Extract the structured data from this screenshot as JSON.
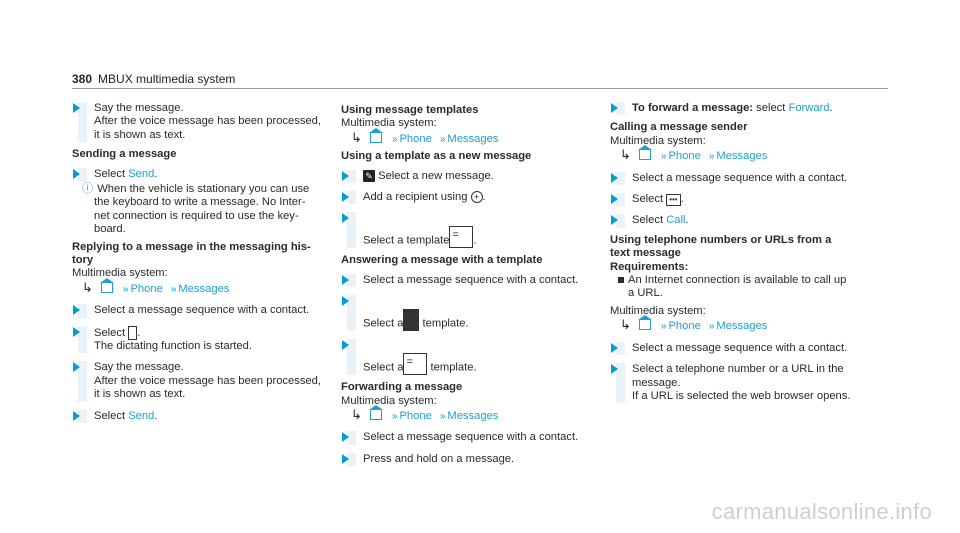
{
  "header": {
    "page_number": "380",
    "title": "MBUX multimedia system"
  },
  "nav": {
    "phone": "Phone",
    "messages": "Messages"
  },
  "col1": {
    "s1": [
      "Say the message.",
      "After the voice message has been processed,",
      "it is shown as text."
    ],
    "h_sending": "Sending a message",
    "s2a": "Select ",
    "s2b": "Send",
    "s2c": ".",
    "note": [
      "When the vehicle is stationary you can use",
      "the keyboard to write a message. No Inter-",
      "net connection is required to use the key-",
      "board."
    ],
    "h_reply": [
      "Replying to a message in the messaging his-",
      "tory"
    ],
    "mm": "Multimedia system:",
    "s3": "Select a message sequence with a contact.",
    "s4a": "Select ",
    "s4b": ".",
    "s4c": "The dictating function is started.",
    "s5": [
      "Say the message.",
      "After the voice message has been processed,",
      "it is shown as text."
    ],
    "s6a": "Select ",
    "s6b": "Send",
    "s6c": "."
  },
  "col2": {
    "h_using": "Using message templates",
    "mm": "Multimedia system:",
    "h_new": "Using a template as a new message",
    "s1": "Select a new message.",
    "s2a": "Add a recipient using ",
    "s2b": ".",
    "s3": "Select a template",
    "h_answer": "Answering a message with a template",
    "s4": "Select a message sequence with a contact.",
    "s5a": "Select a",
    "s5b": "template.",
    "s6a": "Select a",
    "s6b": "template.",
    "h_fwd": "Forwarding a message",
    "mm2": "Multimedia system:",
    "s7": "Select a message sequence with a contact.",
    "s8": "Press and hold on a message."
  },
  "col3": {
    "s1a": "To forward a message:",
    "s1b": " select ",
    "s1c": "Forward",
    "s1d": ".",
    "h_call": "Calling a message sender",
    "mm": "Multimedia system:",
    "s2": "Select a message sequence with a contact.",
    "s3a": "Select ",
    "s3b": ".",
    "s4a": "Select ",
    "s4b": "Call",
    "s4c": ".",
    "h_tel": [
      "Using telephone numbers or URLs from a",
      "text message"
    ],
    "req": "Requirements:",
    "req1": [
      "An Internet connection is available to call up",
      "a URL."
    ],
    "mm2": "Multimedia system:",
    "s5": "Select a message sequence with a contact.",
    "s6": [
      "Select a telephone number or a URL in the",
      "message.",
      "If a URL is selected the web browser opens."
    ]
  },
  "watermark": "carmanualsonline.info"
}
